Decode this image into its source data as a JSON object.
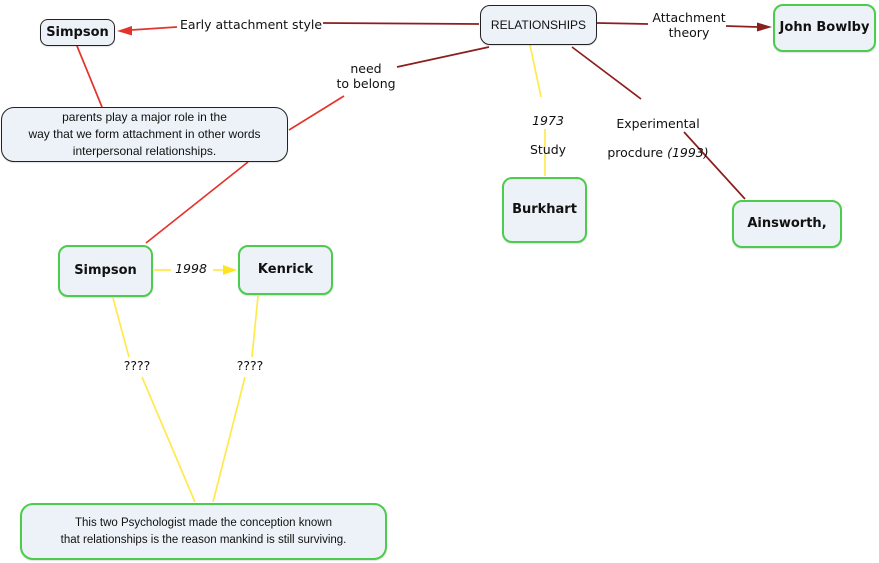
{
  "title": "RELATIONSHIPS concept map",
  "colors": {
    "dark-red": "#8b1f1f",
    "bright-red": "#e3342b",
    "yellow": "#ffe94d",
    "green": "#4ccc4c",
    "node-fill": "#ecf2f7",
    "node-border": "#222222",
    "text": "#111111"
  },
  "concepts": {
    "simpson_top": {
      "label": "Simpson"
    },
    "relationships": {
      "label": "RELATIONSHIPS"
    },
    "john_bowlby": {
      "label": "John Bowlby"
    },
    "parents": {
      "label": "parents play a major role in the\nway that we form attachment in other words\ninterpersonal relationships."
    },
    "simpson_bottom": {
      "label": "Simpson"
    },
    "kenrick": {
      "label": "Kenrick"
    },
    "burkhart": {
      "label": "Burkhart"
    },
    "ainsworth": {
      "label": "Ainsworth,"
    },
    "conclusion": {
      "label": "This two Psychologist made the conception known\nthat relationships is the reason mankind is still surviving."
    }
  },
  "links": {
    "early_attachment": "Early attachment style",
    "attachment_theory": "Attachment\ntheory",
    "need_to_belong": "need\nto belong",
    "study_year": "1973",
    "study_word": "Study",
    "experimental_word": "Experimental",
    "procedure_word": "procdure ",
    "procedure_year": "(1993)",
    "year_1998": "1998",
    "unknown_left": "????",
    "unknown_right": "????"
  },
  "edges": [
    {
      "from": "RELATIONSHIPS",
      "label": "Early attachment style",
      "to": "Simpson (top)",
      "color": "dark-red/bright-red",
      "arrow": "into Simpson"
    },
    {
      "from": "RELATIONSHIPS",
      "label": "Attachment theory",
      "to": "John Bowlby",
      "color": "dark-red",
      "arrow": "into John Bowlby"
    },
    {
      "from": "RELATIONSHIPS",
      "label": "need to belong",
      "to": "parents play a major role...",
      "color": "dark-red/bright-red",
      "arrow": "none"
    },
    {
      "from": "Simpson (top)",
      "label": "",
      "to": "parents play a major role...",
      "color": "bright-red",
      "arrow": "none"
    },
    {
      "from": "parents play a major role...",
      "label": "",
      "to": "Simpson (bottom)",
      "color": "bright-red",
      "arrow": "none"
    },
    {
      "from": "RELATIONSHIPS",
      "label": "1973 Study",
      "to": "Burkhart",
      "color": "yellow",
      "arrow": "none"
    },
    {
      "from": "RELATIONSHIPS",
      "label": "Experimental procdure (1993)",
      "to": "Ainsworth,",
      "color": "dark-red",
      "arrow": "none"
    },
    {
      "from": "Simpson (bottom)",
      "label": "1998",
      "to": "Kenrick",
      "color": "yellow",
      "arrow": "into Kenrick"
    },
    {
      "from": "Simpson (bottom)",
      "label": "????",
      "to": "This two Psychologist...",
      "color": "yellow",
      "arrow": "none"
    },
    {
      "from": "Kenrick",
      "label": "????",
      "to": "This two Psychologist...",
      "color": "yellow",
      "arrow": "none"
    }
  ]
}
